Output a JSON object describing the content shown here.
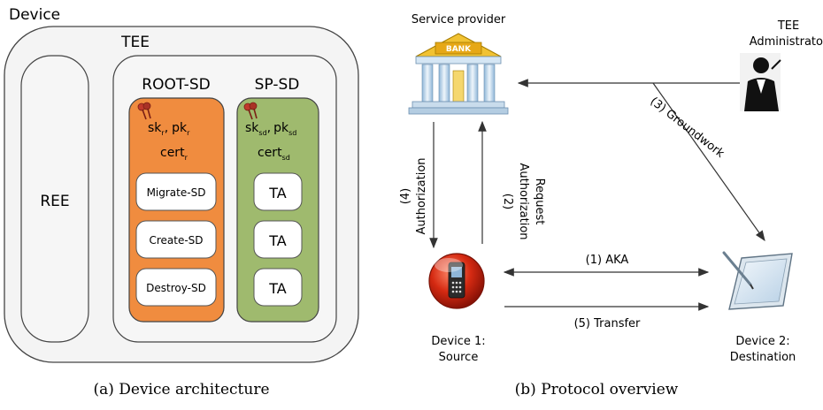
{
  "architecture": {
    "device_label": "Device",
    "tee_label": "TEE",
    "ree_label": "REE",
    "root_sd": {
      "title": "ROOT-SD",
      "sk": "sk",
      "sk_sub": "r",
      "pk": "pk",
      "pk_sub": "r",
      "cert": "cert",
      "cert_sub": "r",
      "comma": ",",
      "buttons": [
        "Migrate-SD",
        "Create-SD",
        "Destroy-SD"
      ]
    },
    "sp_sd": {
      "title": "SP-SD",
      "sk": "sk",
      "sk_sub": "sd",
      "pk": "pk",
      "pk_sub": "sd",
      "cert": "cert",
      "cert_sub": "sd",
      "comma": ",",
      "tas": [
        "TA",
        "TA",
        "TA"
      ]
    },
    "caption": "(a) Device architecture"
  },
  "protocol": {
    "service_provider": "Service provider",
    "bank_sign": "BANK",
    "tee_admin": [
      "TEE",
      "Administrator"
    ],
    "device1": [
      "Device 1:",
      "Source"
    ],
    "device2": [
      "Device 2:",
      "Destination"
    ],
    "step4": [
      "(4)",
      "Authorization"
    ],
    "step2": [
      "(2)",
      "Authorization",
      "Request"
    ],
    "step3": "(3) Groundwork",
    "step1": "(1) AKA",
    "step5": "(5) Transfer",
    "caption": "(b) Protocol overview"
  },
  "colors": {
    "root_sd_fill": "#f08c3f",
    "sp_sd_fill": "#9fba6e",
    "panel_fill": "#f6f6f6"
  }
}
